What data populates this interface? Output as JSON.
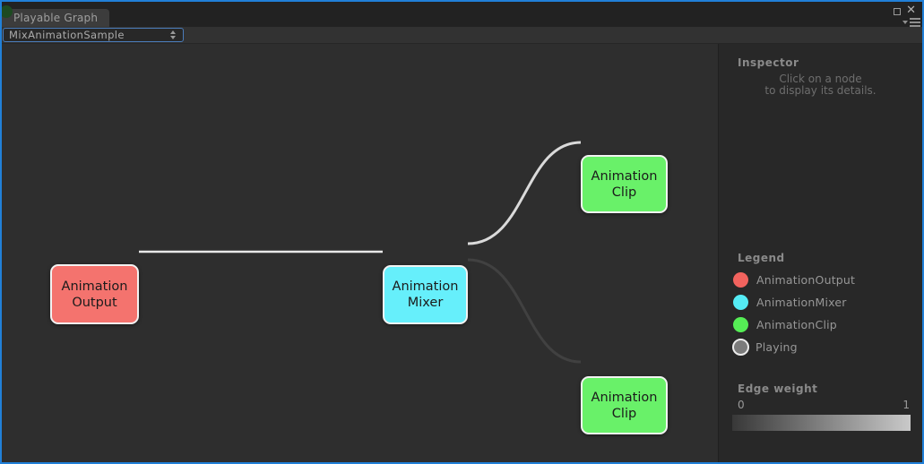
{
  "window": {
    "tab_label": "Playable Graph",
    "close_glyph": "✕"
  },
  "toolbar": {
    "graph_dropdown_value": "MixAnimationSample"
  },
  "graph": {
    "nodes": [
      {
        "id": "animation-output",
        "line1": "Animation",
        "line2": "Output",
        "color": "#f4736e"
      },
      {
        "id": "animation-mixer",
        "line1": "Animation",
        "line2": "Mixer",
        "color": "#66effb"
      },
      {
        "id": "animation-clip-top",
        "line1": "Animation",
        "line2": "Clip",
        "color": "#69f169"
      },
      {
        "id": "animation-clip-bottom",
        "line1": "Animation",
        "line2": "Clip",
        "color": "#69f169"
      }
    ],
    "edges": [
      {
        "from": "animation-output",
        "to": "animation-mixer",
        "weight": 1.0
      },
      {
        "from": "animation-mixer",
        "to": "animation-clip-top",
        "weight": 1.0
      },
      {
        "from": "animation-mixer",
        "to": "animation-clip-bottom",
        "weight": 0.0
      }
    ]
  },
  "inspector": {
    "title": "Inspector",
    "hint_line1": "Click on a node",
    "hint_line2": "to display its details."
  },
  "legend": {
    "title": "Legend",
    "items": [
      {
        "label": "AnimationOutput",
        "color": "#f2635e",
        "ring": false
      },
      {
        "label": "AnimationMixer",
        "color": "#55ecf5",
        "ring": false
      },
      {
        "label": "AnimationClip",
        "color": "#55ee55",
        "ring": false
      },
      {
        "label": "Playing",
        "color": "#7b7b7b",
        "ring": true
      }
    ]
  },
  "edge_weight": {
    "title": "Edge weight",
    "min_label": "0",
    "max_label": "1",
    "gradient_start": "#383838",
    "gradient_end": "#c9c9c9"
  }
}
